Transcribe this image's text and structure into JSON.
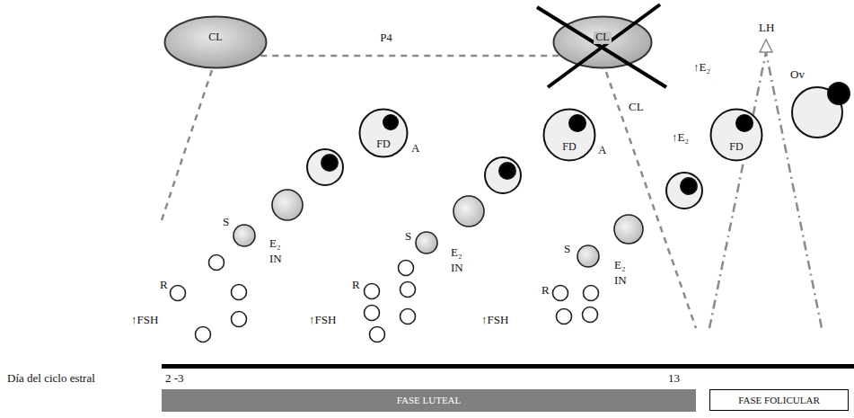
{
  "diagram": {
    "nodes": [
      {
        "text": [
          "CL"
        ]
      },
      {
        "text": [
          "CL"
        ]
      },
      {
        "text": [
          "FD"
        ]
      },
      {
        "text": [
          "FD"
        ]
      },
      {
        "text": [
          "FD"
        ]
      },
      {
        "text": [
          "FASE LUTEAL"
        ]
      },
      {
        "text": [
          "FASE FOLICULAR"
        ]
      }
    ],
    "edges": [
      {
        "from": 0,
        "to": 1,
        "arrow": "none",
        "label": "P4"
      }
    ],
    "labels": [
      "LH",
      "Ov",
      "CL",
      "↑E₂",
      "↑E₂",
      "A",
      "A",
      "R",
      "↑FSH",
      "S",
      "E₂",
      "IN",
      "R",
      "↑FSH",
      "S",
      "E₂",
      "IN",
      "R",
      "↑FSH",
      "S",
      "E₂",
      "IN",
      "Día del ciclo estral",
      "2 -3",
      "13"
    ]
  }
}
